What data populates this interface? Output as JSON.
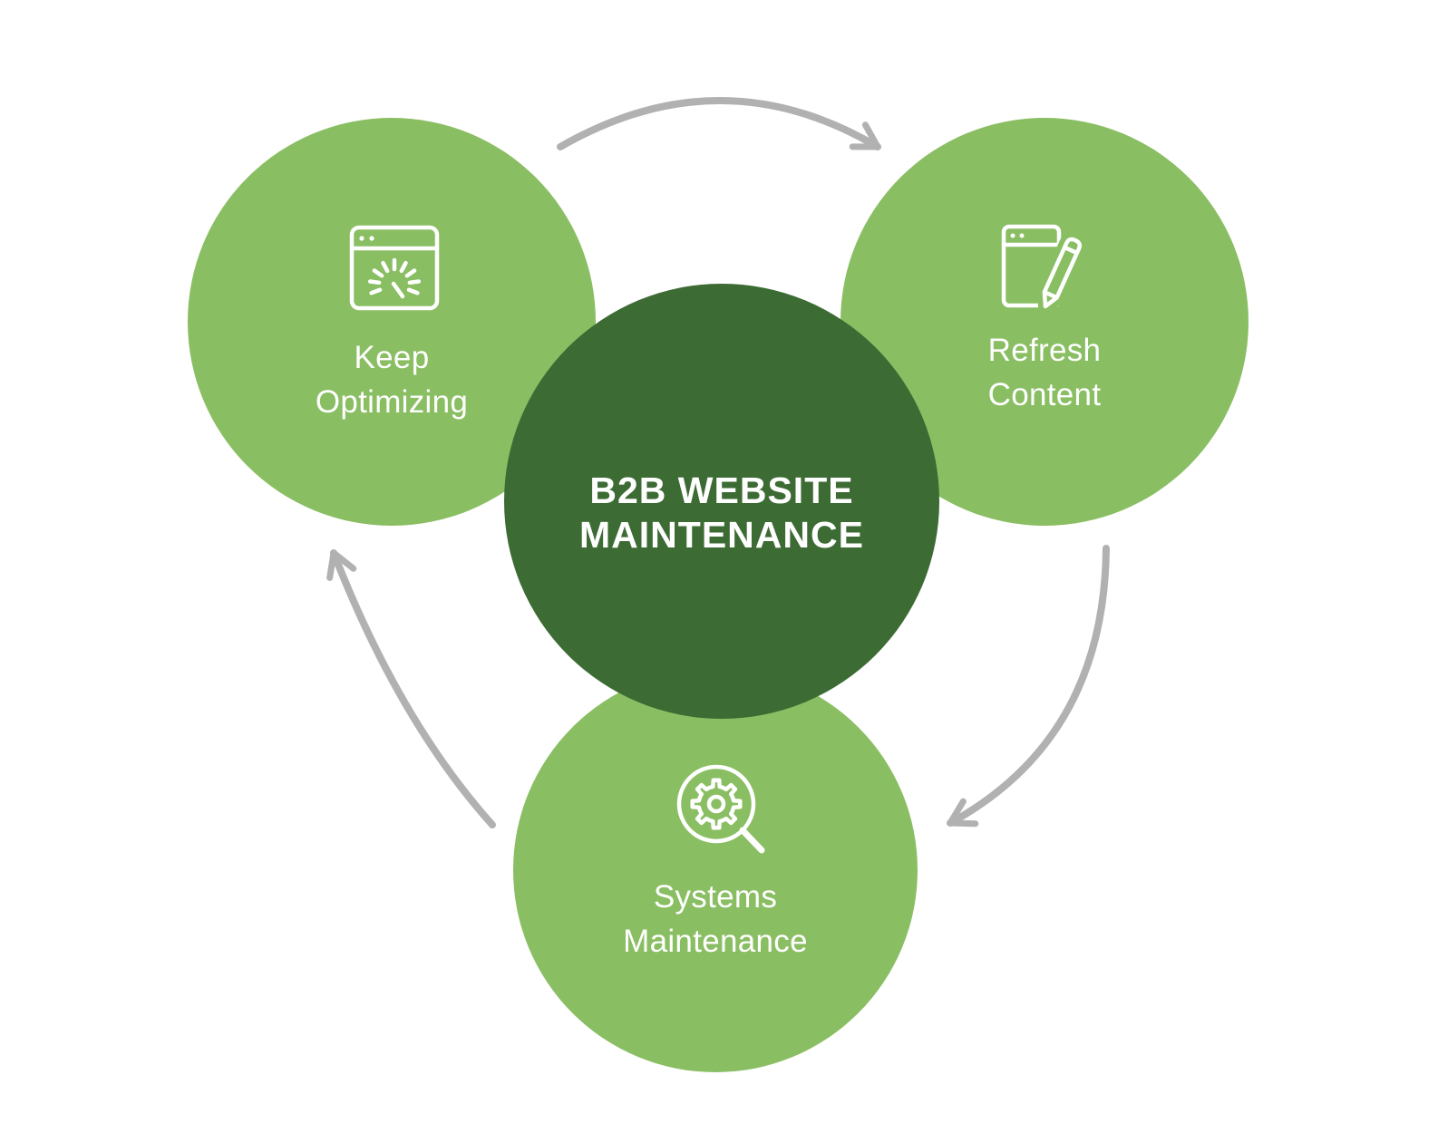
{
  "center": {
    "lines": [
      "B2B WEBSITE",
      "MAINTENANCE"
    ]
  },
  "nodes": [
    {
      "id": "keep-optimizing",
      "lines": [
        "Keep",
        "Optimizing"
      ],
      "icon": "speedometer-browser-icon"
    },
    {
      "id": "refresh-content",
      "lines": [
        "Refresh",
        "Content"
      ],
      "icon": "browser-pencil-icon"
    },
    {
      "id": "systems-maintenance",
      "lines": [
        "Systems",
        "Maintenance"
      ],
      "icon": "gear-magnifier-icon"
    }
  ],
  "arrows": [
    {
      "id": "arrow-keep-to-refresh",
      "direction": "left-to-right-over-top"
    },
    {
      "id": "arrow-refresh-to-systems",
      "direction": "down-to-bottom"
    },
    {
      "id": "arrow-systems-to-keep",
      "direction": "up-to-top-left"
    }
  ],
  "colors": {
    "light_green": "#8abe63",
    "dark_green": "#3c6b34",
    "arrow_gray": "#b1b1b1",
    "text_white": "#ffffff",
    "background": "#ffffff"
  }
}
